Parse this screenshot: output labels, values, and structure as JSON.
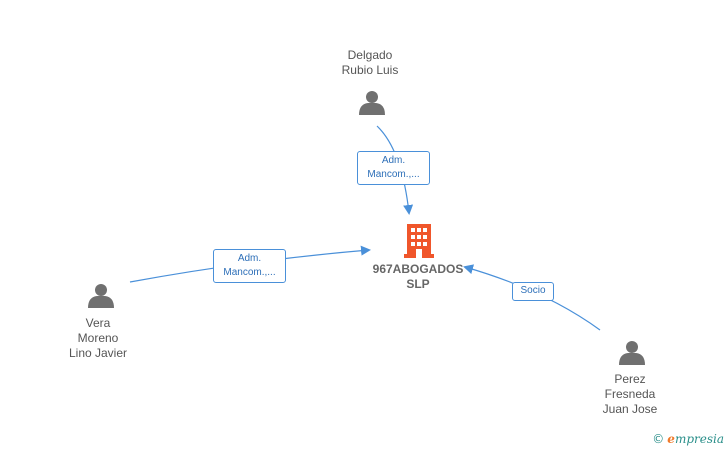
{
  "company": {
    "name_line1": "967ABOGADOS",
    "name_line2": "SLP",
    "icon": "building-icon",
    "color": "#f0562b"
  },
  "persons": [
    {
      "id": "delgado",
      "lines": [
        "Delgado",
        "Rubio Luis"
      ],
      "icon": "person-icon"
    },
    {
      "id": "vera",
      "lines": [
        "Vera",
        "Moreno",
        "Lino Javier"
      ],
      "icon": "person-icon"
    },
    {
      "id": "perez",
      "lines": [
        "Perez",
        "Fresneda",
        "Juan Jose"
      ],
      "icon": "person-icon"
    }
  ],
  "edges": [
    {
      "from": "delgado",
      "label_lines": [
        "Adm.",
        "Mancom.,..."
      ]
    },
    {
      "from": "vera",
      "label_lines": [
        "Adm.",
        "Mancom.,..."
      ]
    },
    {
      "from": "perez",
      "label_lines": [
        "Socio"
      ]
    }
  ],
  "colors": {
    "edge": "#4a90d9",
    "person": "#707070"
  },
  "brand": {
    "copyright": "©",
    "initial": "e",
    "rest": "mpresia"
  }
}
